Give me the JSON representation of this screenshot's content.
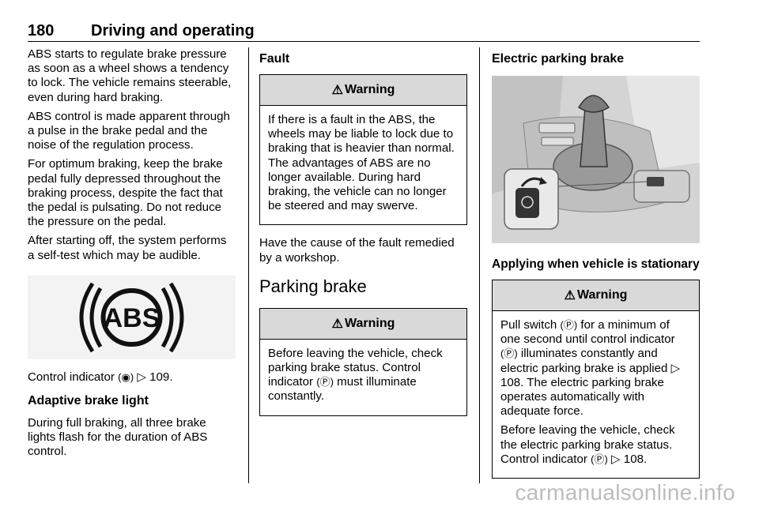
{
  "header": {
    "page_number": "180",
    "title": "Driving and operating"
  },
  "col1": {
    "paragraphs": [
      "ABS starts to regulate brake pressure as soon as a wheel shows a tendency to lock. The vehicle remains steerable, even during hard braking.",
      "ABS control is made apparent through a pulse in the brake pedal and the noise of the regulation process.",
      "For optimum braking, keep the brake pedal fully depressed throughout the braking process, despite the fact that the pedal is pulsating. Do not reduce the pressure on the pedal.",
      "After starting off, the system performs a self-test which may be audible."
    ],
    "abs_image_text": "ABS",
    "control_indicator": "Control indicator",
    "control_indicator_icon": "abs-indicator-icon",
    "control_indicator_ref": "!> 109.",
    "adaptive_heading": "Adaptive brake light",
    "adaptive_text": "During full braking, all three brake lights flash for the duration of ABS control."
  },
  "col2": {
    "fault_heading": "Fault",
    "warning1_label": "Warning",
    "warning1_text": "If there is a fault in the ABS, the wheels may be liable to lock due to braking that is heavier than normal. The advantages of ABS are no longer available. During hard braking, the vehicle can no longer be steered and may swerve.",
    "after_warning": "Have the cause of the fault remedied by a workshop.",
    "parking_heading": "Parking brake",
    "warning2_label": "Warning",
    "warning2_text_1": "Before leaving the vehicle, check parking brake status. Control indicator",
    "warning2_text_2": "must illuminate constantly."
  },
  "col3": {
    "epb_heading": "Electric parking brake",
    "applying_heading": "Applying when vehicle is stationary",
    "warning3_label": "Warning",
    "warning3_p1_a": "Pull switch",
    "warning3_p1_b": "for a minimum of one second until control indicator",
    "warning3_p1_c": "illuminates constantly and electric parking brake is applied",
    "warning3_p1_d": "108. The electric parking brake operates automatically with adequate force.",
    "warning3_p2_a": "Before leaving the vehicle, check the electric parking brake status. Control indicator",
    "warning3_p2_b": "108."
  },
  "watermark": "carmanualsonline.info"
}
